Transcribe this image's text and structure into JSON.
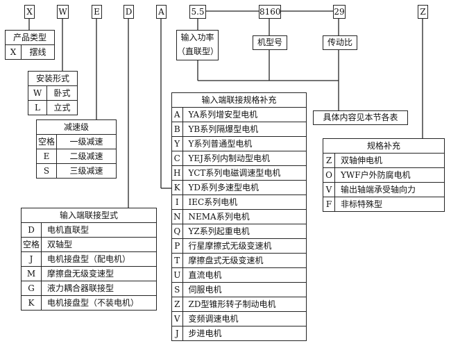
{
  "model_code": [
    {
      "code": "X",
      "name": "code-x"
    },
    {
      "code": "W",
      "name": "code-w"
    },
    {
      "code": "E",
      "name": "code-e"
    },
    {
      "code": "D",
      "name": "code-d"
    },
    {
      "code": "A",
      "name": "code-a"
    },
    {
      "code": "5.5",
      "name": "code-power"
    },
    {
      "code": "8160",
      "name": "code-model"
    },
    {
      "code": "29",
      "name": "code-ratio"
    },
    {
      "code": "Z",
      "name": "code-z"
    }
  ],
  "labels": {
    "power": "输入功率",
    "power_sub": "（直联型）",
    "model_no": "机型号",
    "ratio": "传动比",
    "see_tables": "具体内容见本节各表"
  },
  "product_type": {
    "title": "产品类型",
    "rows": [
      {
        "k": "X",
        "v": "摆线"
      }
    ]
  },
  "mounting": {
    "title": "安装形式",
    "rows": [
      {
        "k": "W",
        "v": "卧式"
      },
      {
        "k": "L",
        "v": "立式"
      }
    ]
  },
  "reduction": {
    "title": "减速级",
    "rows": [
      {
        "k": "空格",
        "v": "一级减速"
      },
      {
        "k": "E",
        "v": "二级减速"
      },
      {
        "k": "S",
        "v": "三级减速"
      }
    ]
  },
  "input_connection": {
    "title": "输入端联接型式",
    "rows": [
      {
        "k": "D",
        "v": "电机直联型"
      },
      {
        "k": "空格",
        "v": "双轴型"
      },
      {
        "k": "J",
        "v": "电机接盘型（配电机）"
      },
      {
        "k": "M",
        "v": "摩擦盘无级变速型"
      },
      {
        "k": "G",
        "v": "液力耦合器联接型"
      },
      {
        "k": "K",
        "v": "电机接盘型（不装电机）"
      }
    ]
  },
  "input_spec": {
    "title": "输入端联接规格补充",
    "rows": [
      {
        "k": "A",
        "v": "YA系列增安型电机"
      },
      {
        "k": "B",
        "v": "YB系列隔爆型电机"
      },
      {
        "k": "Y",
        "v": "Y系列普通型电机"
      },
      {
        "k": "C",
        "v": "YEJ系列内制动型电机"
      },
      {
        "k": "H",
        "v": "YCT系列电磁调速型电机"
      },
      {
        "k": "K",
        "v": "YD系列多速型电机"
      },
      {
        "k": "I",
        "v": "IEC系列电机"
      },
      {
        "k": "N",
        "v": "NEMA系列电机"
      },
      {
        "k": "Q",
        "v": "YZ系列起重电机"
      },
      {
        "k": "P",
        "v": "行星摩擦式无级变速机"
      },
      {
        "k": "T",
        "v": "摩擦盘式无级变速机"
      },
      {
        "k": "U",
        "v": "直流电机"
      },
      {
        "k": "S",
        "v": "伺服电机"
      },
      {
        "k": "Z",
        "v": "ZD型锥形转子制动电机"
      },
      {
        "k": "V",
        "v": "变频调速电机"
      },
      {
        "k": "J",
        "v": "步进电机"
      }
    ]
  },
  "spec_supplement": {
    "title": "规格补充",
    "rows": [
      {
        "k": "Z",
        "v": "双轴伸电机"
      },
      {
        "k": "O",
        "v": "YWF户外防腐电机"
      },
      {
        "k": "V",
        "v": "输出轴端承受轴向力"
      },
      {
        "k": "F",
        "v": "非标特殊型"
      }
    ]
  }
}
